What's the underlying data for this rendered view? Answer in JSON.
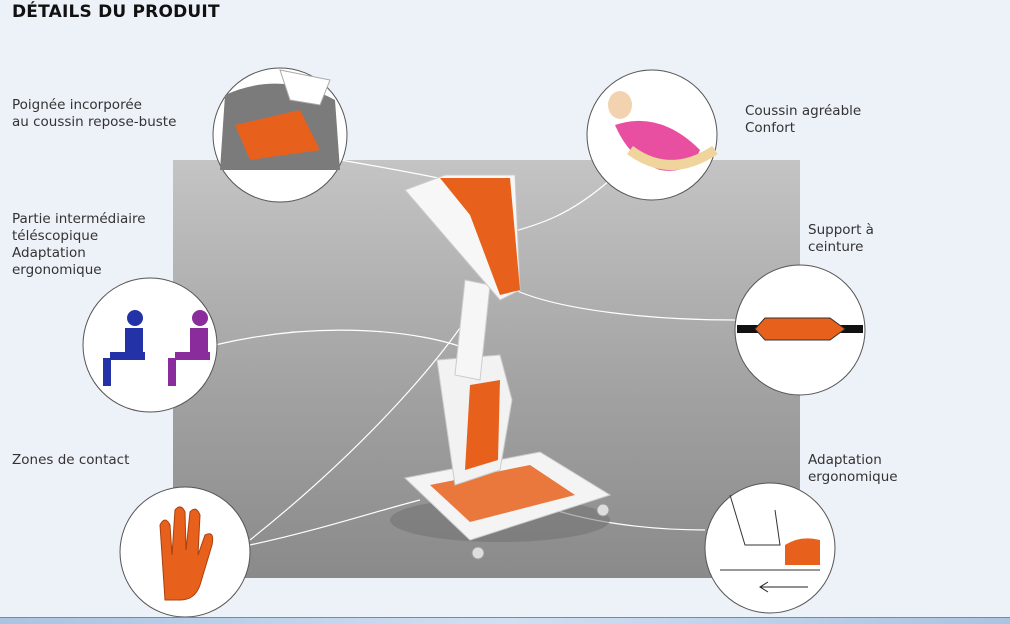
{
  "title": "DÉTAILS DU PRODUIT",
  "callouts": {
    "handle": "Poignée incorporée\nau coussin repose-buste",
    "cushion": "Coussin agréable\nConfort",
    "telescopic": "Partie intermédiaire\ntéléscopique\nAdaptation\nergonomique",
    "belt": "Support à\nceinture",
    "contact": "Zones de contact",
    "foot": "Adaptation\nergonomique"
  },
  "colors": {
    "accent": "#e8611c",
    "background": "#edf1f8"
  }
}
